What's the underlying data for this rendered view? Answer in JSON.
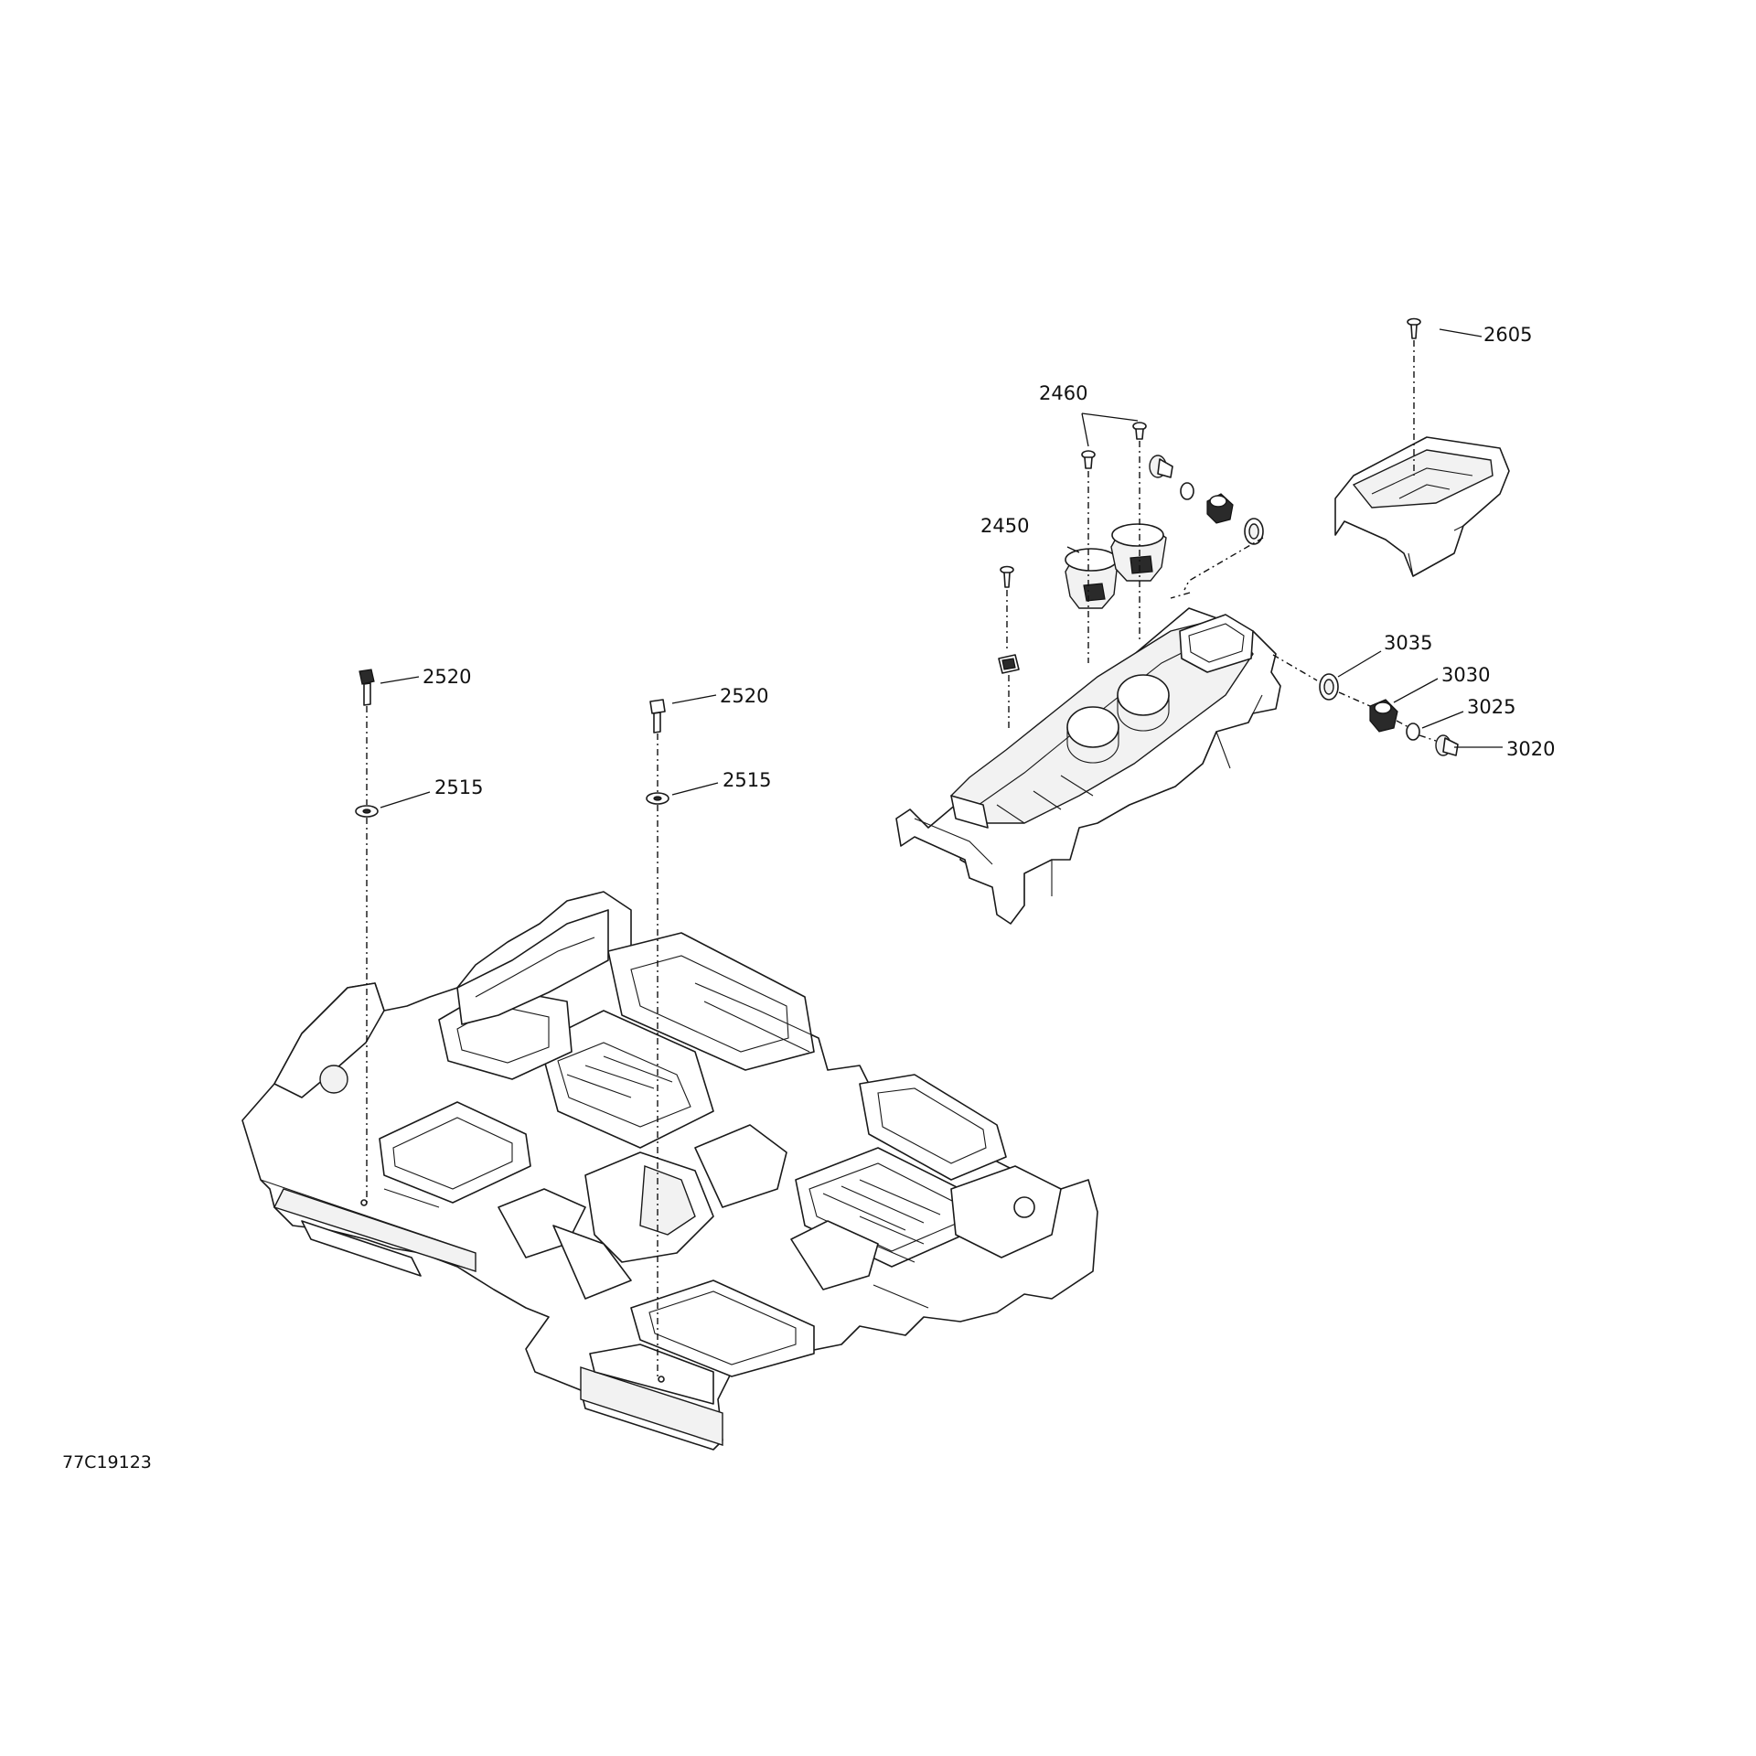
{
  "figure_id": "77C19123",
  "callouts": {
    "c2605": "2605",
    "c2460": "2460",
    "c2450": "2450",
    "c3035": "3035",
    "c3030": "3030",
    "c3025": "3025",
    "c3020": "3020",
    "c2520_left": "2520",
    "c2520_right": "2520",
    "c2515_left": "2515",
    "c2515_right": "2515"
  }
}
